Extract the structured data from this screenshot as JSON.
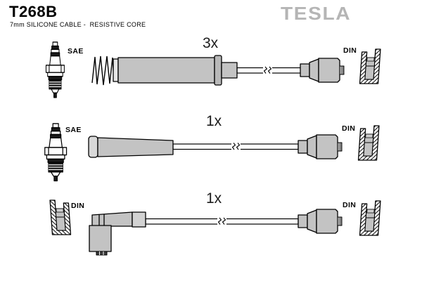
{
  "header": {
    "part_number": "T268B",
    "subtitle": "7mm SILICONE CABLE -  RESISTIVE CORE",
    "brand": "TESLA"
  },
  "colors": {
    "boot_fill": "#c3c3c3",
    "flange_fill": "#b8b8b8",
    "cap_fill": "#d8d8d8",
    "brand_gray": "#b5b5b5",
    "outline": "#000000"
  },
  "icons": [
    "spark-plug-icon",
    "coil-spring-icon",
    "din-socket-icon",
    "cable-break-icon"
  ],
  "rows": [
    {
      "quantity": "3x",
      "left_label": "SAE",
      "right_label": "DIN"
    },
    {
      "quantity": "1x",
      "left_label": "SAE",
      "right_label": "DIN"
    },
    {
      "quantity": "1x",
      "left_label": "DIN",
      "right_label": "DIN"
    }
  ]
}
